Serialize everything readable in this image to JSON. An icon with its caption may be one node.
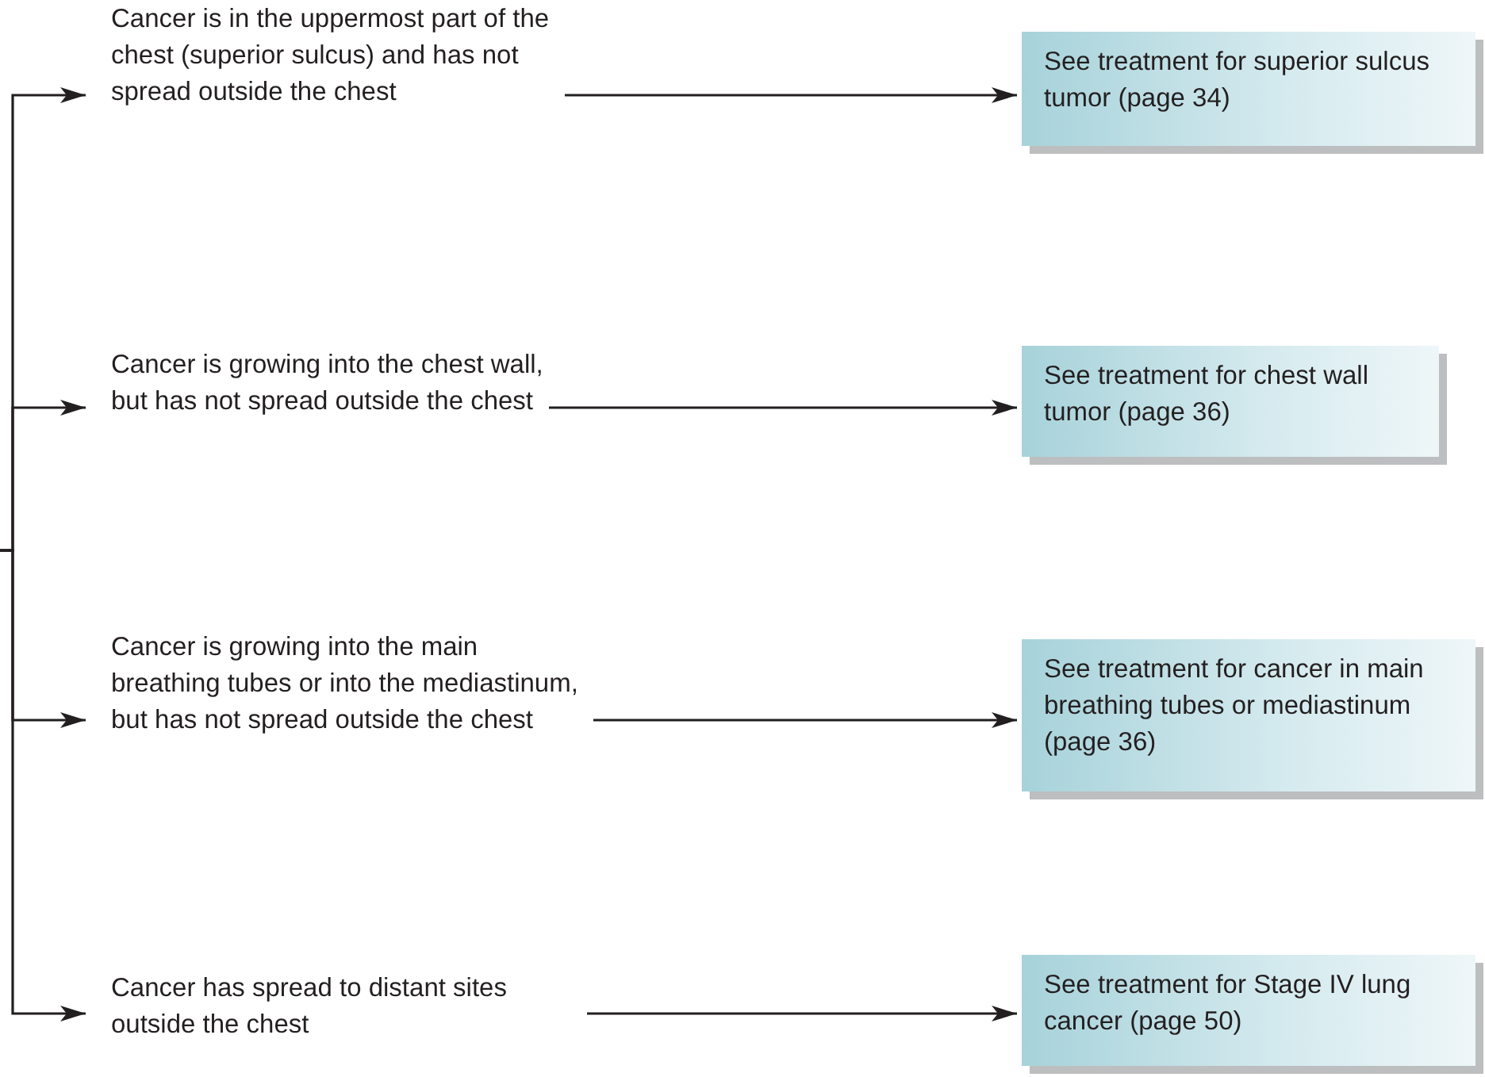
{
  "diagram": {
    "nodes": [
      {
        "text": [
          "Cancer is in the uppermost part of the chest (superior sulcus) and has not spread outside the chest"
        ]
      },
      {
        "text": [
          "See treatment for superior sulcus tumor (page 34)"
        ]
      },
      {
        "text": [
          "Cancer is growing into the chest wall, but has not spread outside the chest"
        ]
      },
      {
        "text": [
          "See treatment for chest wall tumor (page 36)"
        ]
      },
      {
        "text": [
          "Cancer is growing into the main breathing tubes or into the mediastinum, but has not spread outside the chest"
        ]
      },
      {
        "text": [
          "See treatment for cancer in main breathing tubes or mediastinum (page 36)"
        ]
      },
      {
        "text": [
          "Cancer has spread to distant sites outside the chest"
        ]
      },
      {
        "text": [
          "See treatment for Stage IV lung cancer (page 50)"
        ]
      }
    ],
    "edges": [
      {
        "from": null,
        "to": 0,
        "arrow": "to"
      },
      {
        "from": null,
        "to": 2,
        "arrow": "to"
      },
      {
        "from": null,
        "to": 4,
        "arrow": "to"
      },
      {
        "from": null,
        "to": 6,
        "arrow": "to"
      },
      {
        "from": 0,
        "to": 1,
        "arrow": "to"
      },
      {
        "from": 2,
        "to": 3,
        "arrow": "to"
      },
      {
        "from": 4,
        "to": 5,
        "arrow": "to"
      },
      {
        "from": 6,
        "to": 7,
        "arrow": "to"
      }
    ]
  }
}
